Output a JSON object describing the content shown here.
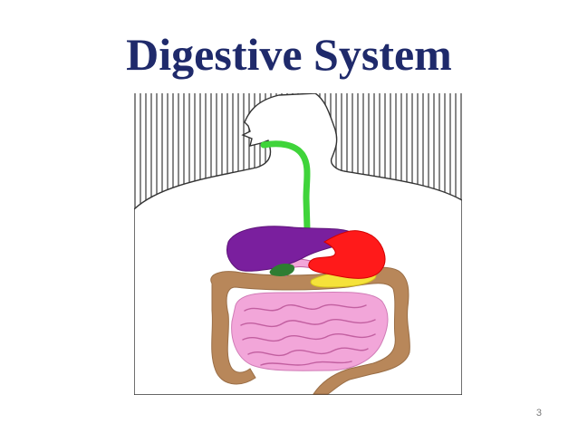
{
  "slide": {
    "title": "Digestive System",
    "page_number": "3"
  },
  "diagram": {
    "subject": "human torso with digestive organs",
    "colors": {
      "title": "#1f2a6b",
      "outline": "#333333",
      "hatch": "#555555",
      "esophagus": "#3fd43a",
      "liver": "#7a1f9e",
      "stomach": "#ff1a1a",
      "gallbladder": "#2e7d32",
      "pancreas": "#f5e23a",
      "small_intestine": "#f2a6d9",
      "large_intestine": "#b8875a"
    }
  }
}
